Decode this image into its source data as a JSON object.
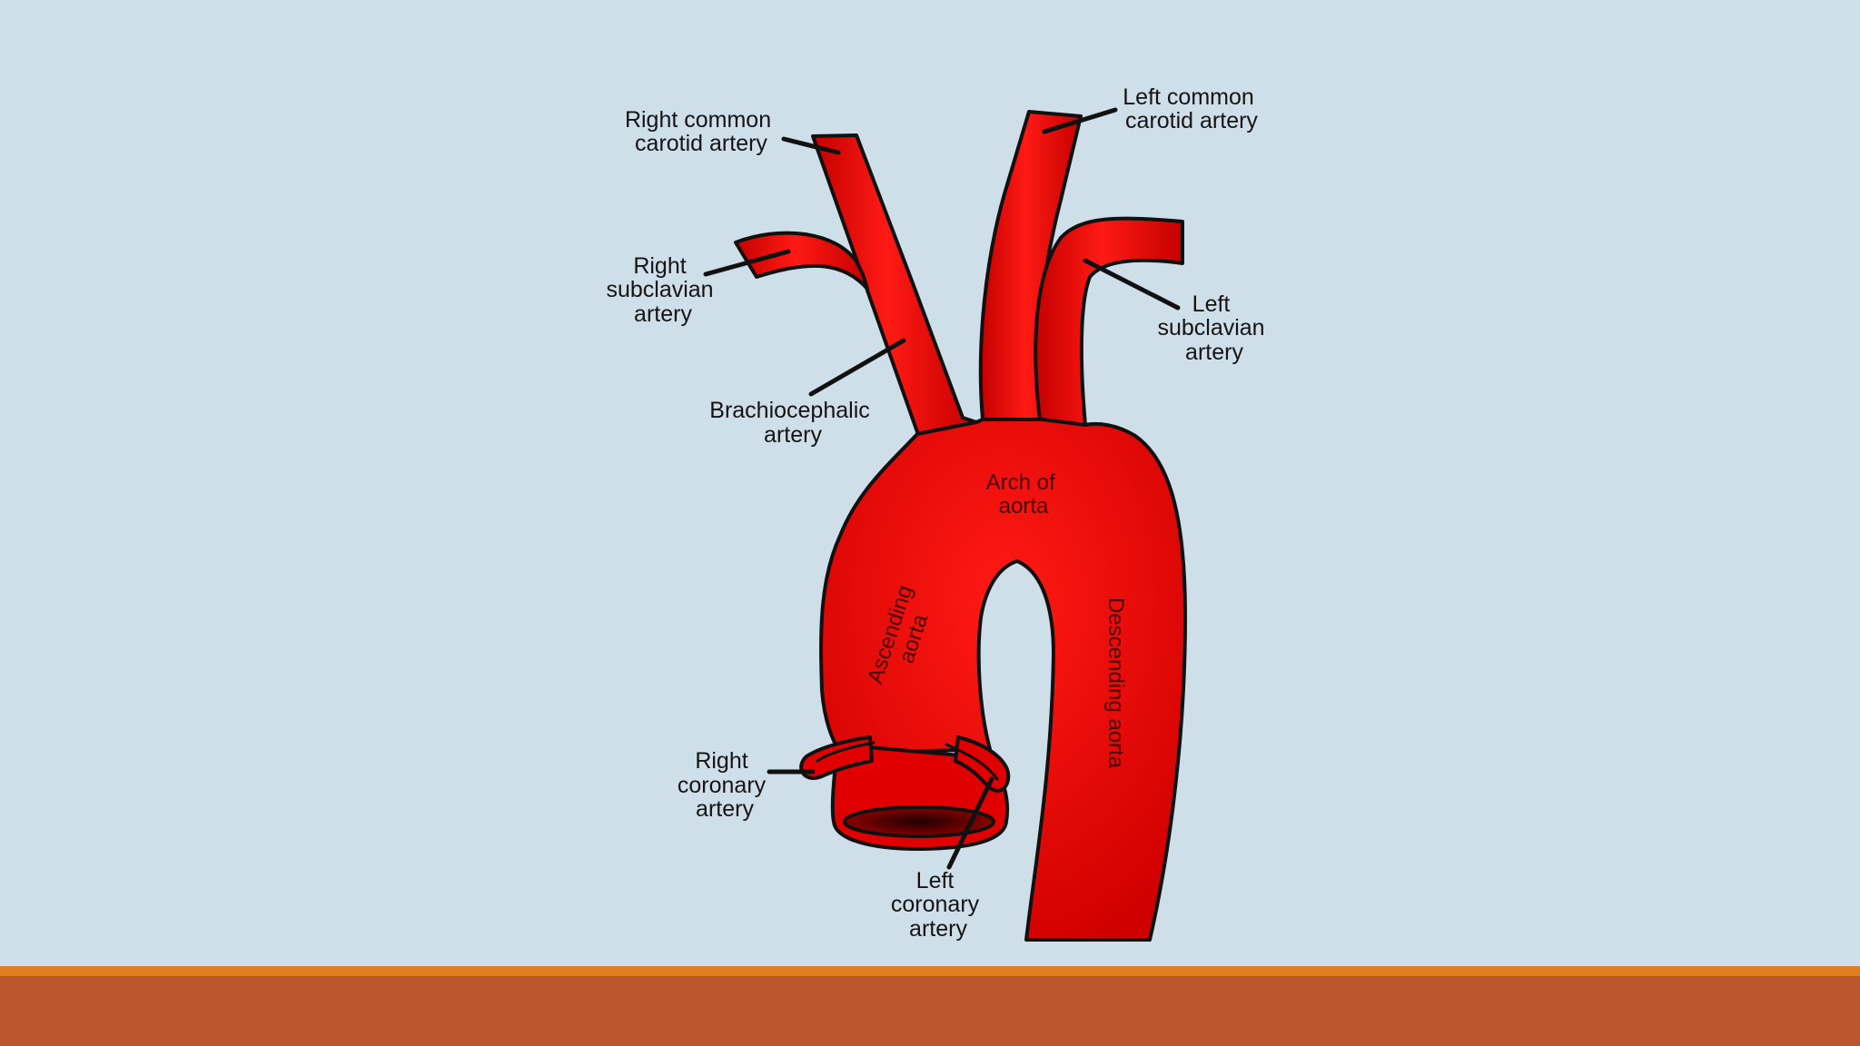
{
  "colors": {
    "background": "#cfdfea",
    "artery_light": "#ff1a14",
    "artery_dark": "#c40000",
    "outline": "#111111",
    "band_stripe": "#e07e22",
    "band_fill": "#bb562c"
  },
  "labels": {
    "right_common_carotid": [
      "Right common",
      "carotid artery"
    ],
    "left_common_carotid": [
      "Left common",
      "carotid artery"
    ],
    "right_subclavian": [
      "Right",
      "subclavian",
      "artery"
    ],
    "left_subclavian": [
      "Left",
      "subclavian",
      "artery"
    ],
    "brachiocephalic": [
      "Brachiocephalic",
      "artery"
    ],
    "arch_of_aorta": [
      "Arch of",
      "aorta"
    ],
    "ascending_aorta": [
      "Ascending",
      "aorta"
    ],
    "descending_aorta": "Descending aorta",
    "right_coronary": [
      "Right",
      "coronary",
      "artery"
    ],
    "left_coronary": [
      "Left",
      "coronary",
      "artery"
    ]
  }
}
